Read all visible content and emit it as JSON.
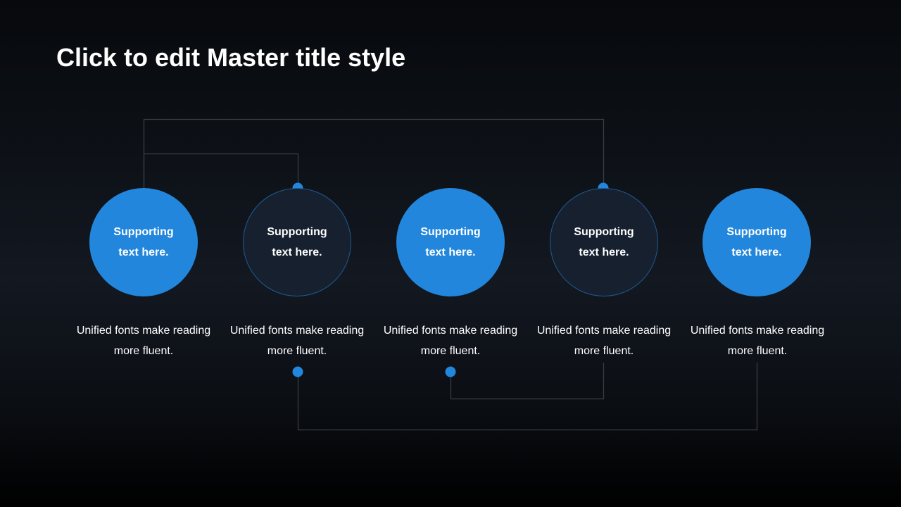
{
  "title": "Click to edit Master title style",
  "colors": {
    "accent": "#2287dc",
    "circle_outline_fill": "#17202f",
    "connector_line": "#3a3f47",
    "text": "#ffffff"
  },
  "steps": [
    {
      "label_line1": "Supporting",
      "label_line2": "text here.",
      "desc_line1": "Unified fonts make reading",
      "desc_line2": "more fluent.",
      "style": "filled"
    },
    {
      "label_line1": "Supporting",
      "label_line2": "text here.",
      "desc_line1": "Unified fonts make reading",
      "desc_line2": "more fluent.",
      "style": "outline"
    },
    {
      "label_line1": "Supporting",
      "label_line2": "text here.",
      "desc_line1": "Unified fonts make reading",
      "desc_line2": "more fluent.",
      "style": "filled"
    },
    {
      "label_line1": "Supporting",
      "label_line2": "text here.",
      "desc_line1": "Unified fonts make reading",
      "desc_line2": "more fluent.",
      "style": "outline"
    },
    {
      "label_line1": "Supporting",
      "label_line2": "text here.",
      "desc_line1": "Unified fonts make reading",
      "desc_line2": "more fluent.",
      "style": "filled"
    }
  ]
}
